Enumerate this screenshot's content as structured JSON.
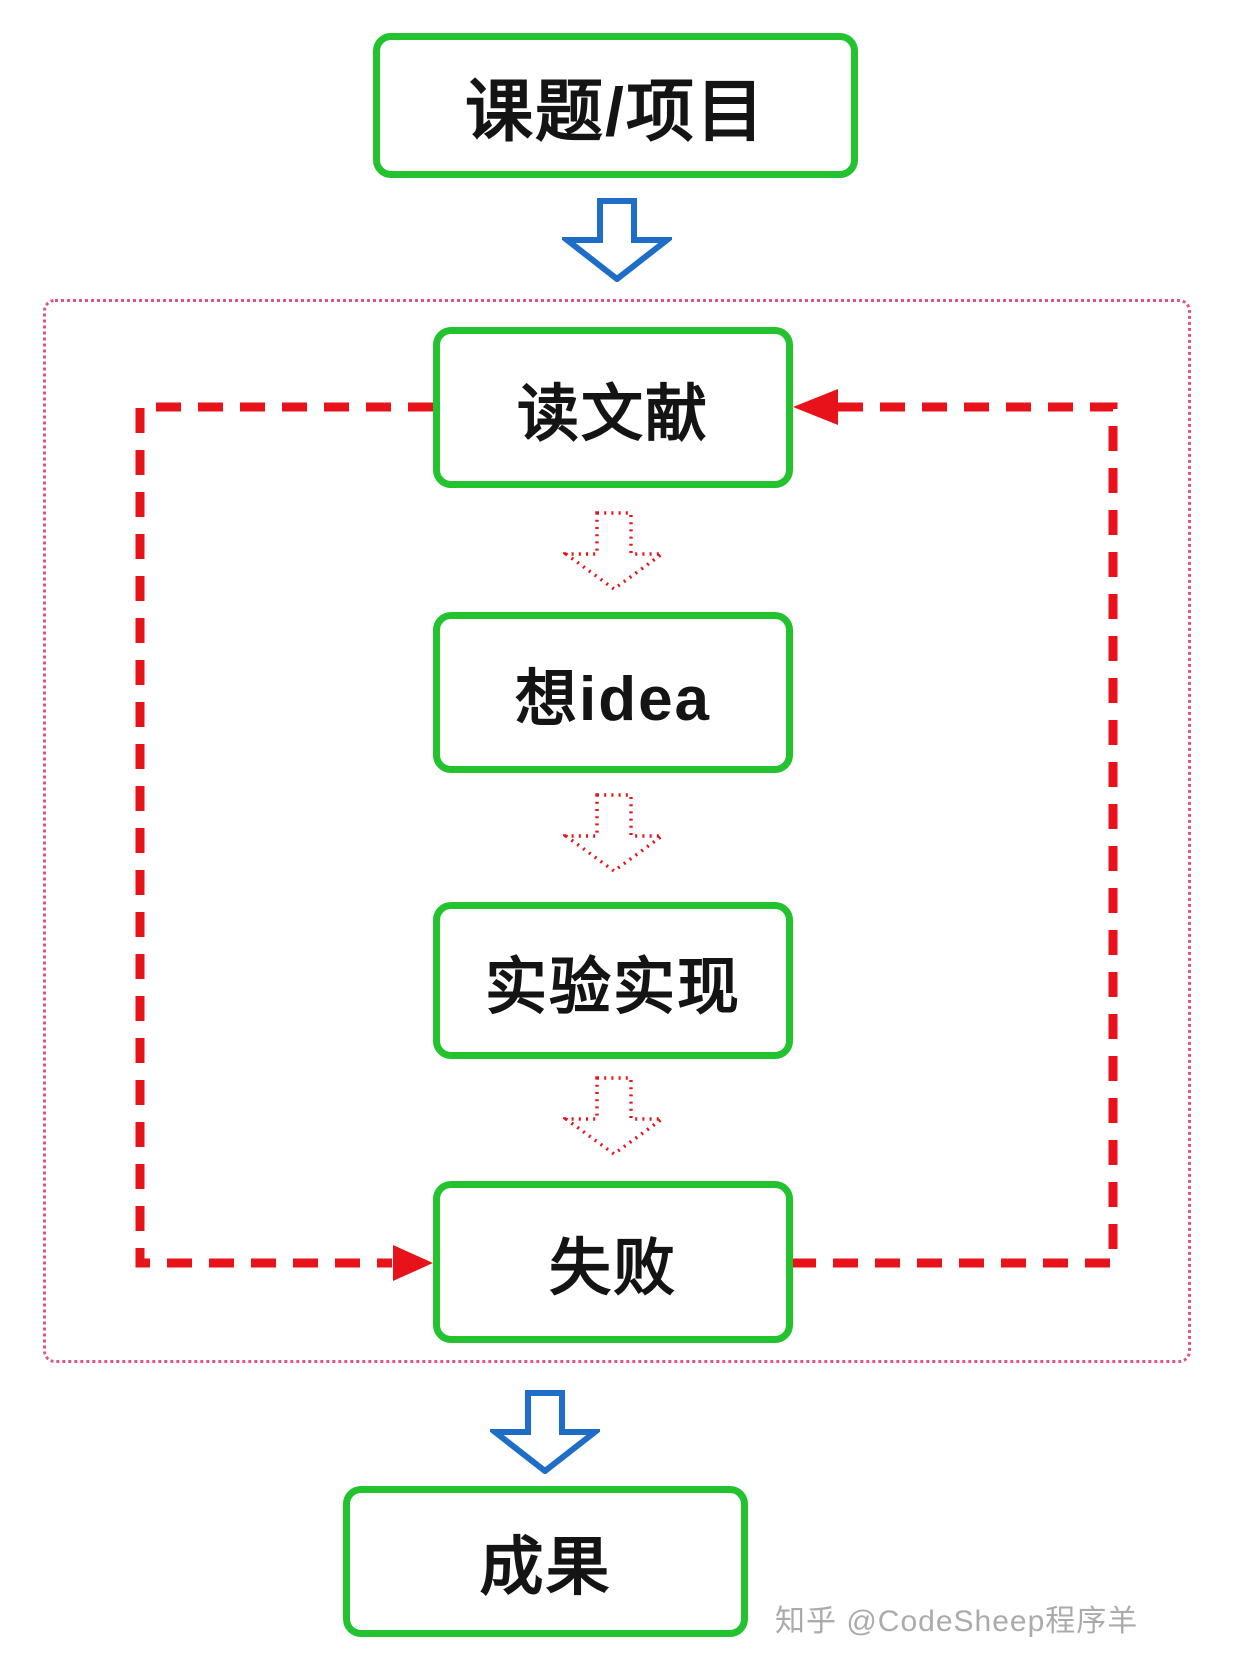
{
  "diagram": {
    "nodes": {
      "topic": {
        "label": "课题/项目"
      },
      "read": {
        "label": "读文献"
      },
      "idea": {
        "label": "想idea"
      },
      "experiment": {
        "label": "实验实现"
      },
      "fail": {
        "label": "失败"
      },
      "result": {
        "label": "成果"
      }
    },
    "flow": {
      "main_sequence": [
        "课题/项目",
        "读文献",
        "想idea",
        "实验实现",
        "失败",
        "成果"
      ],
      "loop_edges": [
        "失败 -> 读文献 (right dashed feedback arrow)",
        "读文献 -> 失败 (left dashed feedback arrow)"
      ]
    },
    "colors": {
      "node_border_green": "#22c32e",
      "solid_arrow_blue": "#1e6ec8",
      "dashed_loop_red": "#e8131a",
      "dotted_arrow_red": "#e8131a",
      "container_dotted_pink": "#dd5580",
      "node_text": "#141414",
      "watermark_gray": "#ababab"
    }
  },
  "watermark": {
    "text": "知乎 @CodeSheep程序羊"
  }
}
